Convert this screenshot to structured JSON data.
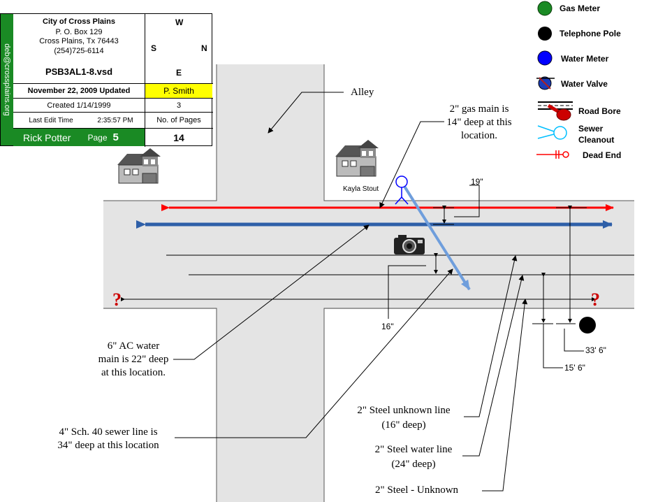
{
  "title_block": {
    "email": "deb@crossplains.org",
    "org": "City of Cross Plains",
    "po_box": "P. O. Box 129",
    "city": "Cross Plains, Tx  76443",
    "phone": "(254)725-6114",
    "file": "PSB3AL1-8.vsd",
    "updated": "November 22, 2009 Updated",
    "editor": "P. Smith",
    "created": "Created 1/14/1999",
    "created_num": "3",
    "edit_time_label": "Last Edit Time",
    "edit_time": "2:35:57 PM",
    "pages_label": "No. of Pages",
    "author": "Rick Potter",
    "page_label": "Page",
    "page_num": "5",
    "pages_count": "14",
    "colors": {
      "strip": "#1a8a24",
      "editor_bg": "#ffff00"
    }
  },
  "compass": {
    "north": "N",
    "south": "S",
    "east": "E",
    "west": "W"
  },
  "legend": {
    "items": [
      {
        "label": "Gas Meter",
        "icon": "gas-meter-icon",
        "color": "#1a8a24"
      },
      {
        "label": "Telephone Pole",
        "icon": "telephone-pole-icon",
        "color": "#000000"
      },
      {
        "label": "Water Meter",
        "icon": "water-meter-icon",
        "color": "#0000ff"
      },
      {
        "label": "Water Valve",
        "icon": "water-valve-icon",
        "color": "#1a3cb8"
      },
      {
        "label": "Road Bore",
        "icon": "road-bore-icon",
        "color": "#cc0000"
      },
      {
        "label_line1": "Sewer",
        "label_line2": "Cleanout",
        "icon": "sewer-cleanout-icon",
        "color": "#00bfff"
      },
      {
        "label": "Dead End",
        "icon": "dead-end-icon",
        "color": "#ff0000"
      }
    ]
  },
  "labels": {
    "alley": "Alley",
    "gas_main": [
      "2\" gas main is",
      "14\" deep at this",
      "location."
    ],
    "water_main": [
      "6\" AC water",
      "main is 22\" deep",
      "at this location."
    ],
    "sewer_line": [
      "4\" Sch. 40 sewer line is",
      "34\" deep at this location"
    ],
    "steel_unknown": [
      "2\" Steel unknown line",
      "(16\" deep)"
    ],
    "steel_water": [
      "2\" Steel water line",
      "(24\" deep)"
    ],
    "steel_unknown2": "2\" Steel - Unknown",
    "dim_19": "19\"",
    "dim_16": "16\"",
    "dim_33": "33' 6\"",
    "dim_15": "15' 6\"",
    "resident": "Kayla Stout",
    "unknown_mark": "?"
  },
  "colors": {
    "road": "#e4e4e4",
    "gas_line": "#ff0000",
    "water_line": "#2e5fa8",
    "sewer_line": "#6f9edc",
    "sewer_cleanout": "#0000ff",
    "unknown_mark": "#cc0000"
  }
}
